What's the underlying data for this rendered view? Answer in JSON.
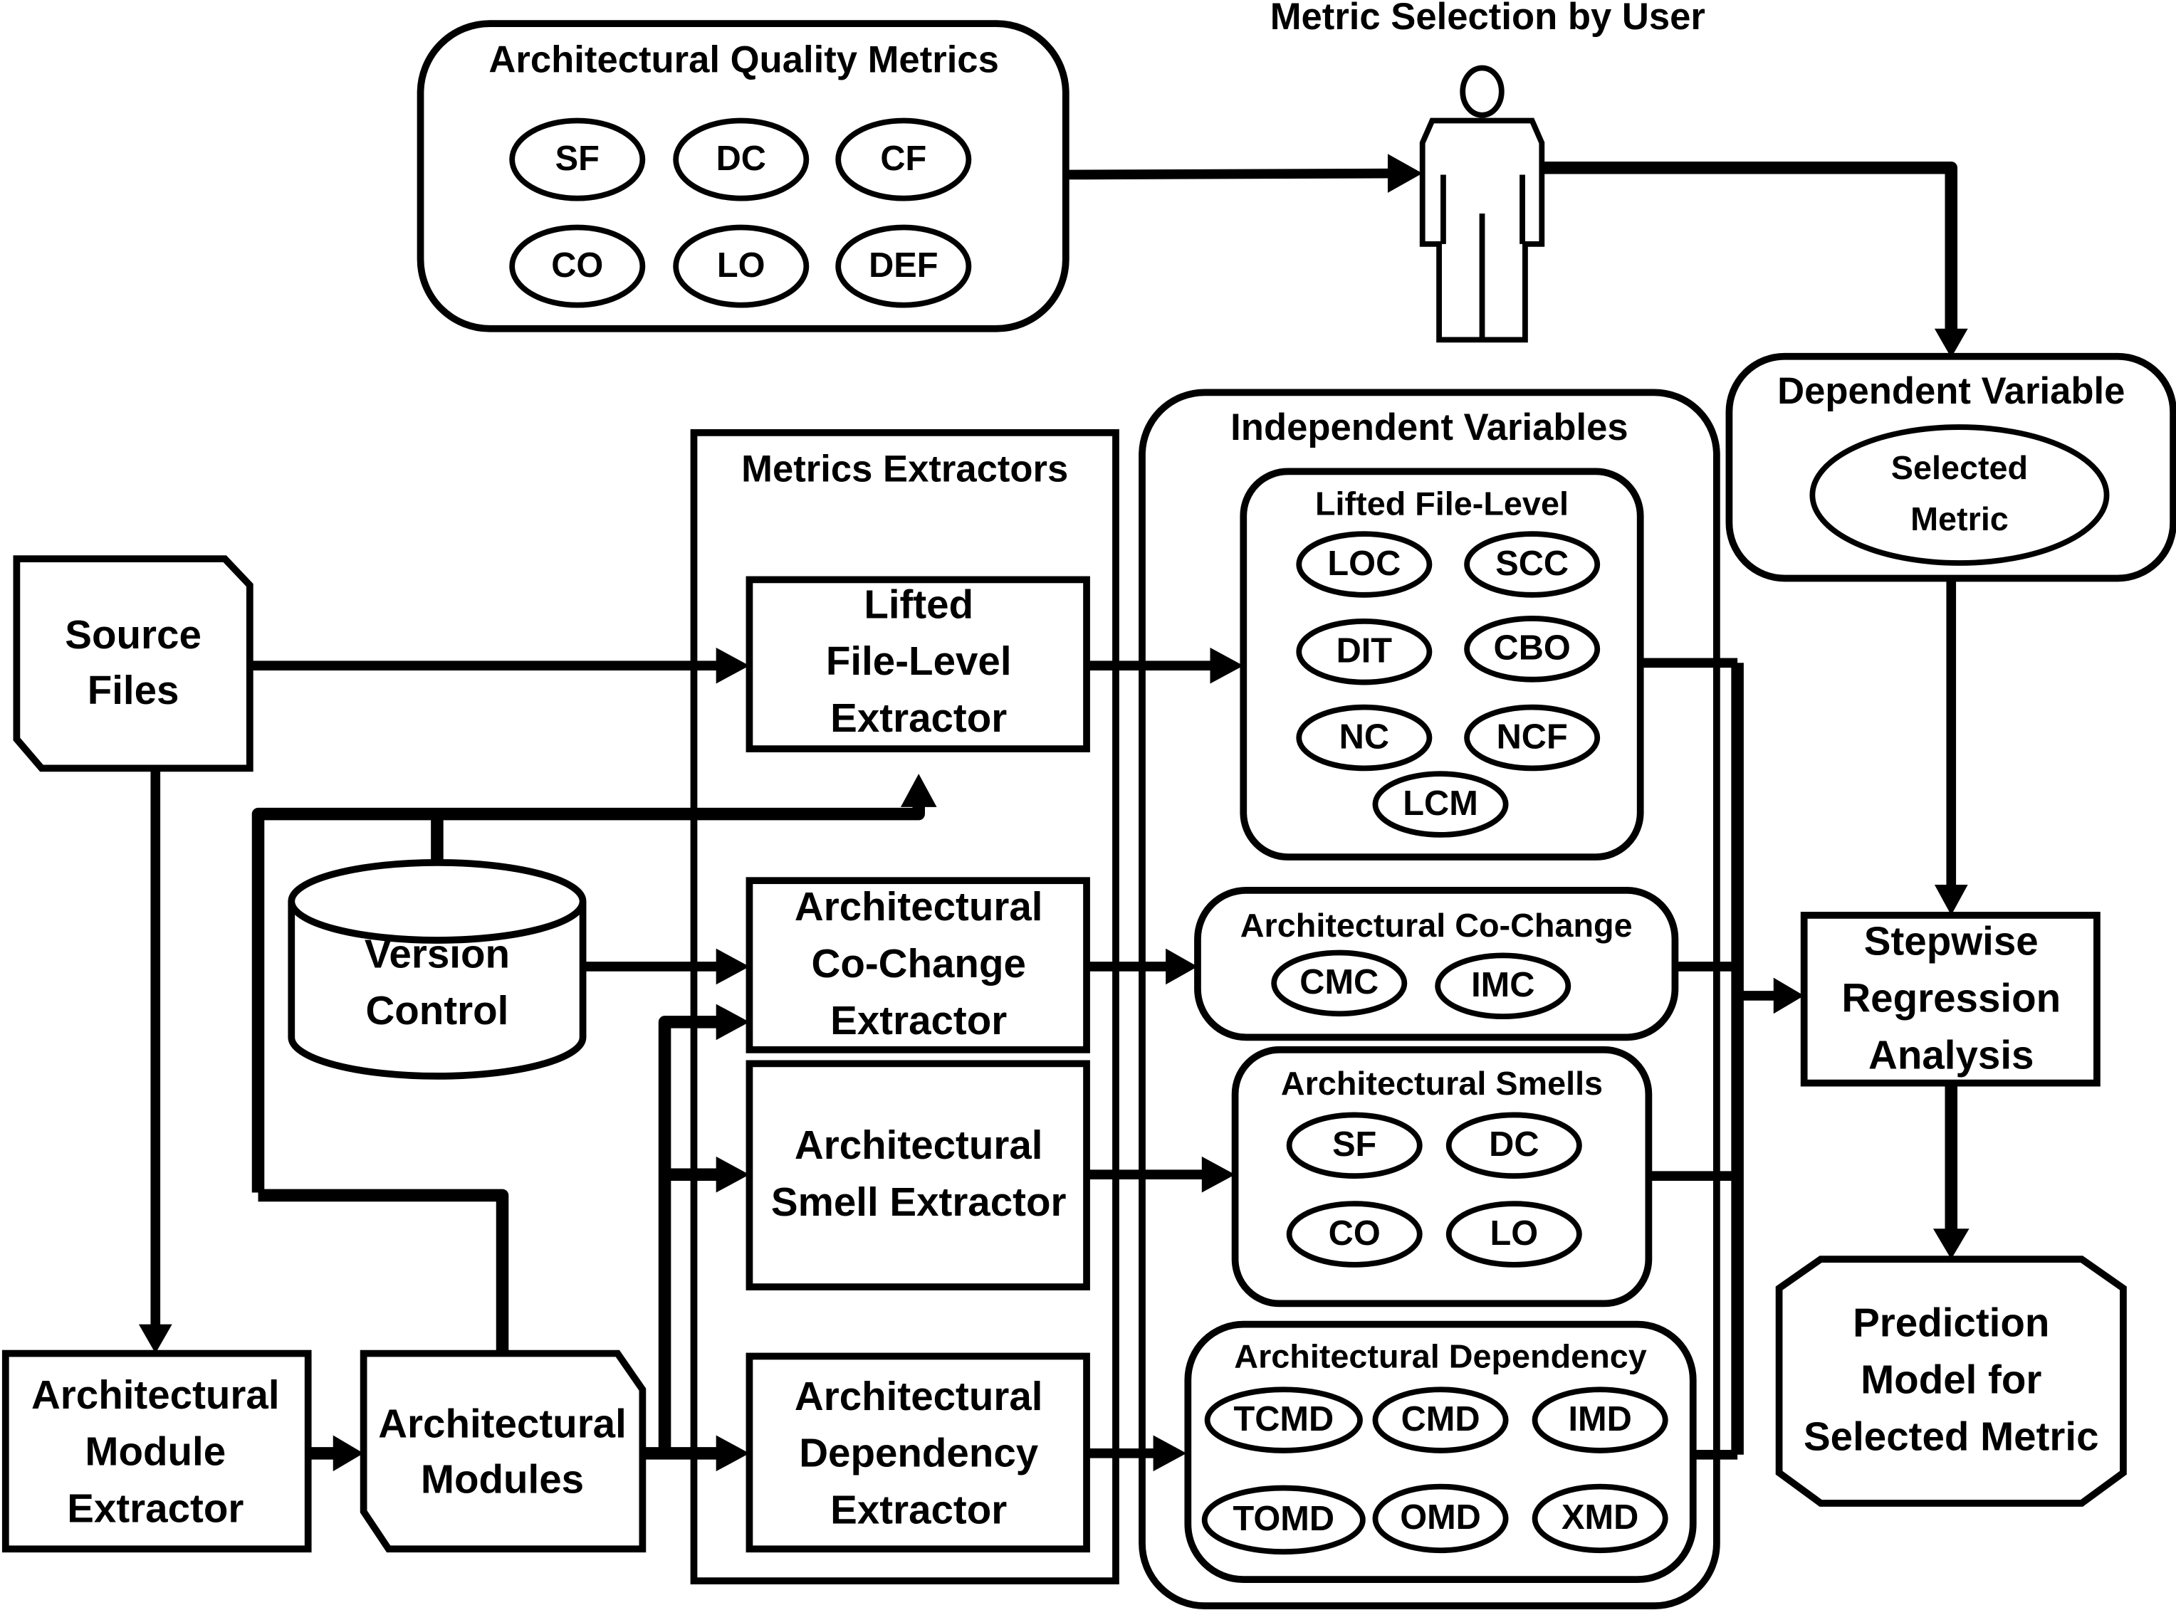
{
  "quality_metrics": {
    "title": "Architectural Quality Metrics",
    "items": [
      "SF",
      "DC",
      "CF",
      "CO",
      "LO",
      "DEF"
    ]
  },
  "user": {
    "title": "Metric Selection by User",
    "icon": "person-icon"
  },
  "dependent_variable": {
    "title": "Dependent Variable",
    "oval_lines": [
      "Selected",
      "Metric"
    ]
  },
  "source_files": {
    "lines": [
      "Source",
      "Files"
    ]
  },
  "version_control": {
    "lines": [
      "Version",
      "Control"
    ]
  },
  "module_extractor": {
    "lines": [
      "Architectural",
      "Module",
      "Extractor"
    ]
  },
  "modules": {
    "lines": [
      "Architectural",
      "Modules"
    ]
  },
  "metrics_extractors": {
    "title": "Metrics Extractors",
    "lifted": [
      "Lifted",
      "File-Level",
      "Extractor"
    ],
    "cochange": [
      "Architectural",
      "Co-Change",
      "Extractor"
    ],
    "smell": [
      "Architectural",
      "Smell Extractor"
    ],
    "dependency": [
      "Architectural",
      "Dependency",
      "Extractor"
    ]
  },
  "independent_variables": {
    "title": "Independent Variables",
    "lifted": {
      "title": "Lifted File-Level",
      "items": [
        "LOC",
        "SCC",
        "DIT",
        "CBO",
        "NC",
        "NCF",
        "LCM"
      ]
    },
    "cochange": {
      "title": "Architectural Co-Change",
      "items": [
        "CMC",
        "IMC"
      ]
    },
    "smells": {
      "title": "Architectural Smells",
      "items": [
        "SF",
        "DC",
        "CO",
        "LO"
      ]
    },
    "dependency": {
      "title": "Architectural Dependency",
      "items": [
        "TCMD",
        "CMD",
        "IMD",
        "TOMD",
        "OMD",
        "XMD"
      ]
    }
  },
  "regression": {
    "lines": [
      "Stepwise",
      "Regression",
      "Analysis"
    ]
  },
  "prediction": {
    "lines": [
      "Prediction",
      "Model for",
      "Selected Metric"
    ]
  }
}
